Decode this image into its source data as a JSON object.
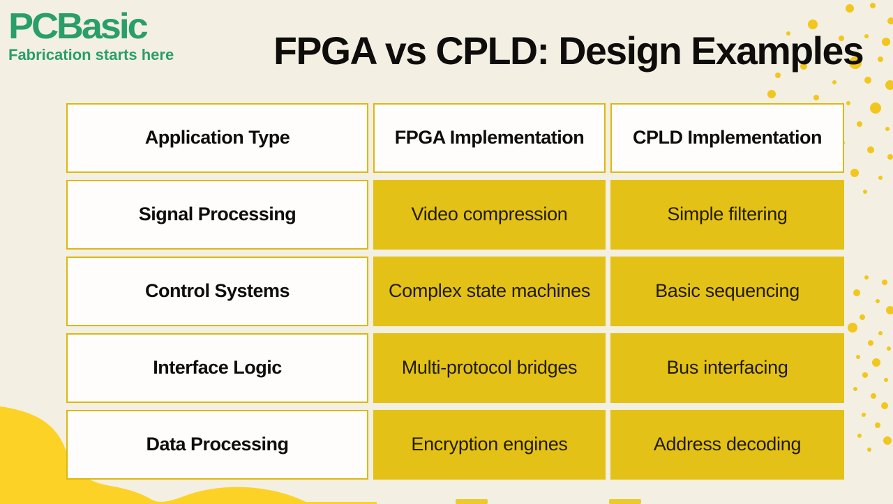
{
  "logo": {
    "brand": "PCBasic",
    "tagline": "Fabrication starts here"
  },
  "title": "FPGA vs CPLD: Design Examples",
  "chart_data": {
    "type": "table",
    "title": "FPGA vs CPLD: Design Examples",
    "columns": [
      "Application Type",
      "FPGA Implementation",
      "CPLD Implementation"
    ],
    "rows": [
      [
        "Signal Processing",
        "Video compression",
        "Simple filtering"
      ],
      [
        "Control Systems",
        "Complex state machines",
        "Basic sequencing"
      ],
      [
        "Interface Logic",
        "Multi-protocol bridges",
        "Bus interfacing"
      ],
      [
        "Data Processing",
        "Encryption engines",
        "Address decoding"
      ]
    ]
  },
  "table": {
    "headers": [
      "Application Type",
      "FPGA Implementation",
      "CPLD Implementation"
    ],
    "rows": [
      {
        "app": "Signal Processing",
        "fpga": "Video compression",
        "cpld": "Simple filtering"
      },
      {
        "app": "Control Systems",
        "fpga": "Complex state machines",
        "cpld": "Basic sequencing"
      },
      {
        "app": "Interface Logic",
        "fpga": "Multi-protocol bridges",
        "cpld": "Bus interfacing"
      },
      {
        "app": "Data Processing",
        "fpga": "Encryption engines",
        "cpld": "Address decoding"
      }
    ]
  },
  "colors": {
    "background": "#f3efe2",
    "cell_yellow": "#e4c116",
    "border_gold": "#dcb90f",
    "decoration_yellow": "#fcd226",
    "splatter_yellow": "#f1c71d",
    "brand_green": "#2a9e68",
    "text_black": "#0e0d0b",
    "cell_text": "#211c05"
  }
}
